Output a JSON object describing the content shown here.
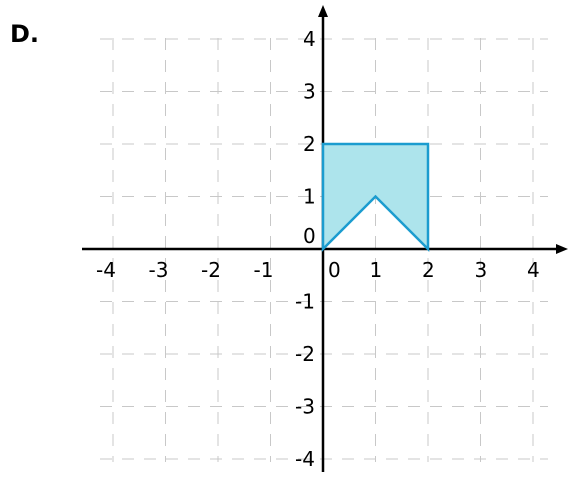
{
  "label": "D.",
  "graph": {
    "x_ticks": [
      "-4",
      "-3",
      "-2",
      "-1",
      "0",
      "1",
      "2",
      "3",
      "4"
    ],
    "y_ticks": [
      "-4",
      "-3",
      "-2",
      "-1",
      "0",
      "1",
      "2",
      "3",
      "4"
    ],
    "x_range": [
      -4,
      4
    ],
    "y_range": [
      -4,
      4
    ],
    "grid": "dashed",
    "shape_vertices": [
      [
        0,
        0
      ],
      [
        0,
        2
      ],
      [
        2,
        2
      ],
      [
        2,
        0
      ],
      [
        1,
        1
      ]
    ],
    "fill_color": "#ade4ec",
    "stroke_color": "#1b9ccf"
  }
}
